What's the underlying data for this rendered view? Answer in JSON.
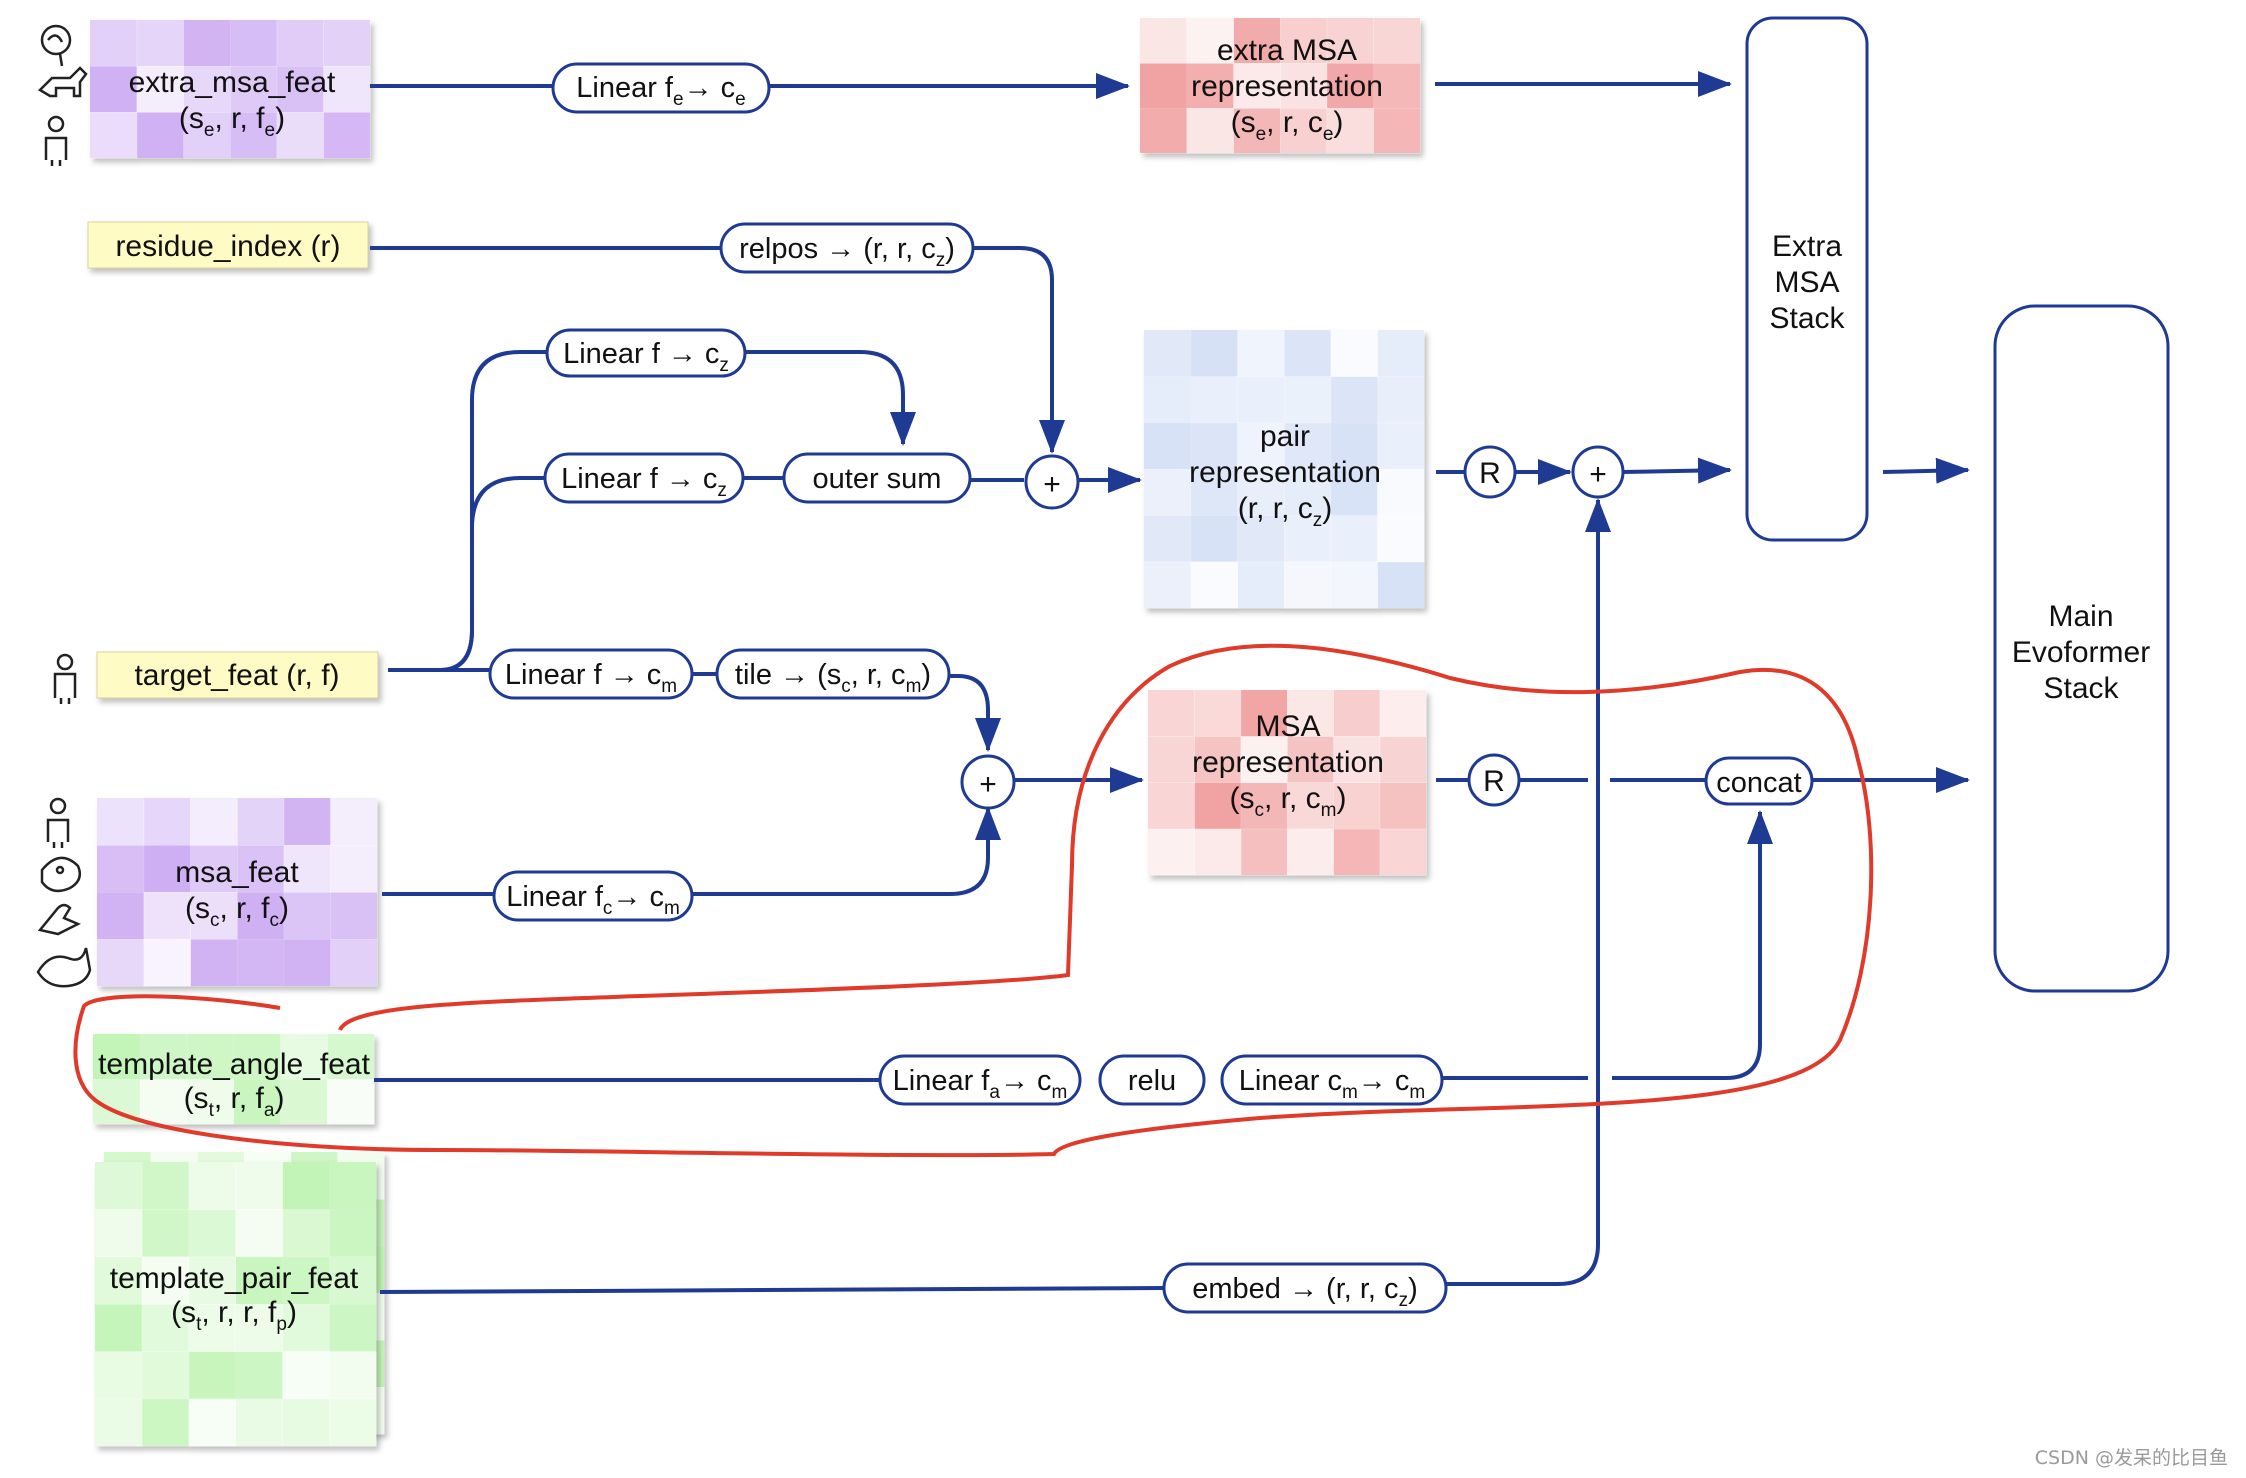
{
  "inputs": {
    "extra_msa_feat": {
      "name": "extra_msa_feat",
      "shape": [
        "(s",
        "e",
        ", r, f",
        "e",
        ")"
      ]
    },
    "residue_index": {
      "name": "residue_index (r)"
    },
    "target_feat": {
      "name": "target_feat (r, f)"
    },
    "msa_feat": {
      "name": "msa_feat",
      "shape": [
        "(s",
        "c",
        ", r, f",
        "c",
        ")"
      ]
    },
    "template_angle_feat": {
      "name": "template_angle_feat",
      "shape": [
        "(s",
        "t",
        ", r, f",
        "a",
        ")"
      ]
    },
    "template_pair_feat": {
      "name": "template_pair_feat",
      "shape": [
        "(s",
        "t",
        ", r, r, f",
        "p",
        ")"
      ]
    }
  },
  "ops": {
    "linear_fe_ce": [
      "Linear f",
      "e",
      "→ c",
      "e"
    ],
    "relpos": [
      "relpos → (r, r, c",
      "z",
      ")"
    ],
    "linear_f_cz_1": [
      "Linear f → c",
      "z"
    ],
    "linear_f_cz_2": [
      "Linear f → c",
      "z"
    ],
    "outer_sum": "outer sum",
    "linear_f_cm": [
      "Linear f → c",
      "m"
    ],
    "tile": [
      "tile → (s",
      "c",
      ", r, c",
      "m",
      ")"
    ],
    "linear_fc_cm": [
      "Linear f",
      "c",
      "→ c",
      "m"
    ],
    "linear_fa_cm": [
      "Linear f",
      "a",
      "→ c",
      "m"
    ],
    "relu": "relu",
    "linear_cm_cm": [
      "Linear c",
      "m",
      "→ c",
      "m"
    ],
    "embed": [
      "embed → (r, r, c",
      "z",
      ")"
    ],
    "concat": "concat",
    "plus": "+",
    "recycle": "R"
  },
  "representations": {
    "extra_msa": {
      "line1": "extra MSA",
      "line2": "representation",
      "shape": [
        "(s",
        "e",
        ", r, c",
        "e",
        ")"
      ]
    },
    "pair": {
      "line1": "pair",
      "line2": "representation",
      "shape": [
        "(r, r, c",
        "z",
        ")"
      ]
    },
    "msa": {
      "line1": "MSA",
      "line2": "representation",
      "shape": [
        "(s",
        "c",
        ", r, c",
        "m",
        ")"
      ]
    }
  },
  "stacks": {
    "extra_msa_stack": [
      "Extra",
      "MSA",
      "Stack"
    ],
    "main_evoformer": [
      "Main",
      "Evoformer",
      "Stack"
    ]
  },
  "icons": [
    "extra-msa-organisms-icon",
    "person-icon",
    "msa-organisms-icon"
  ],
  "colors": {
    "arrow": "#1f3a93",
    "purple": "#c49df0",
    "red": "#ee8d8d",
    "blue": "#cfdcf5",
    "green": "#b6f2a8",
    "yellow": "#fefbc5",
    "highlight": "#e03a2a"
  },
  "watermark": "CSDN @发呆的比目鱼"
}
